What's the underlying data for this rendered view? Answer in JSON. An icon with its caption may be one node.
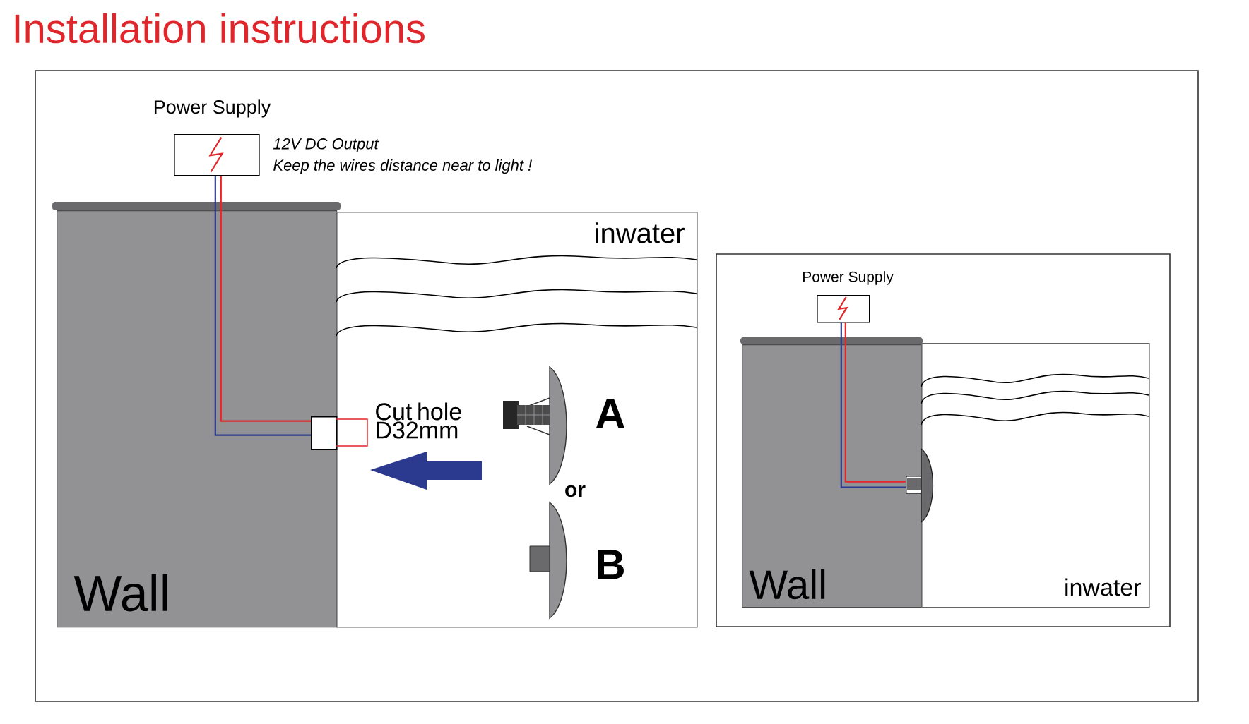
{
  "diagram": {
    "title": "Installation instructions",
    "nodes": [
      {
        "text": [
          "Power Supply"
        ],
        "beside": [
          "12V DC Output",
          "Keep the wires distance near to light !"
        ]
      },
      {
        "text": [
          "Wall"
        ]
      },
      {
        "text": [
          "inwater"
        ]
      },
      {
        "text": [],
        "shape": "box",
        "in": 1
      },
      {
        "text": [
          "Power Supply"
        ]
      },
      {
        "text": [
          "Wall"
        ]
      },
      {
        "text": [
          "inwater"
        ]
      },
      {
        "text": [],
        "shape": "box",
        "in": 5
      }
    ],
    "edges": [
      {
        "from": 0,
        "to": 3,
        "arrow": "none",
        "color": "#e8262a"
      },
      {
        "from": 0,
        "to": 3,
        "arrow": "none",
        "color": "#2b3a8f"
      },
      {
        "from": 4,
        "to": 7,
        "arrow": "none",
        "color": "#e8262a"
      },
      {
        "from": 4,
        "to": 7,
        "arrow": "none",
        "color": "#2b3a8f"
      }
    ],
    "labels": [
      "Cut hole D32mm",
      "A",
      "or",
      "B"
    ]
  }
}
